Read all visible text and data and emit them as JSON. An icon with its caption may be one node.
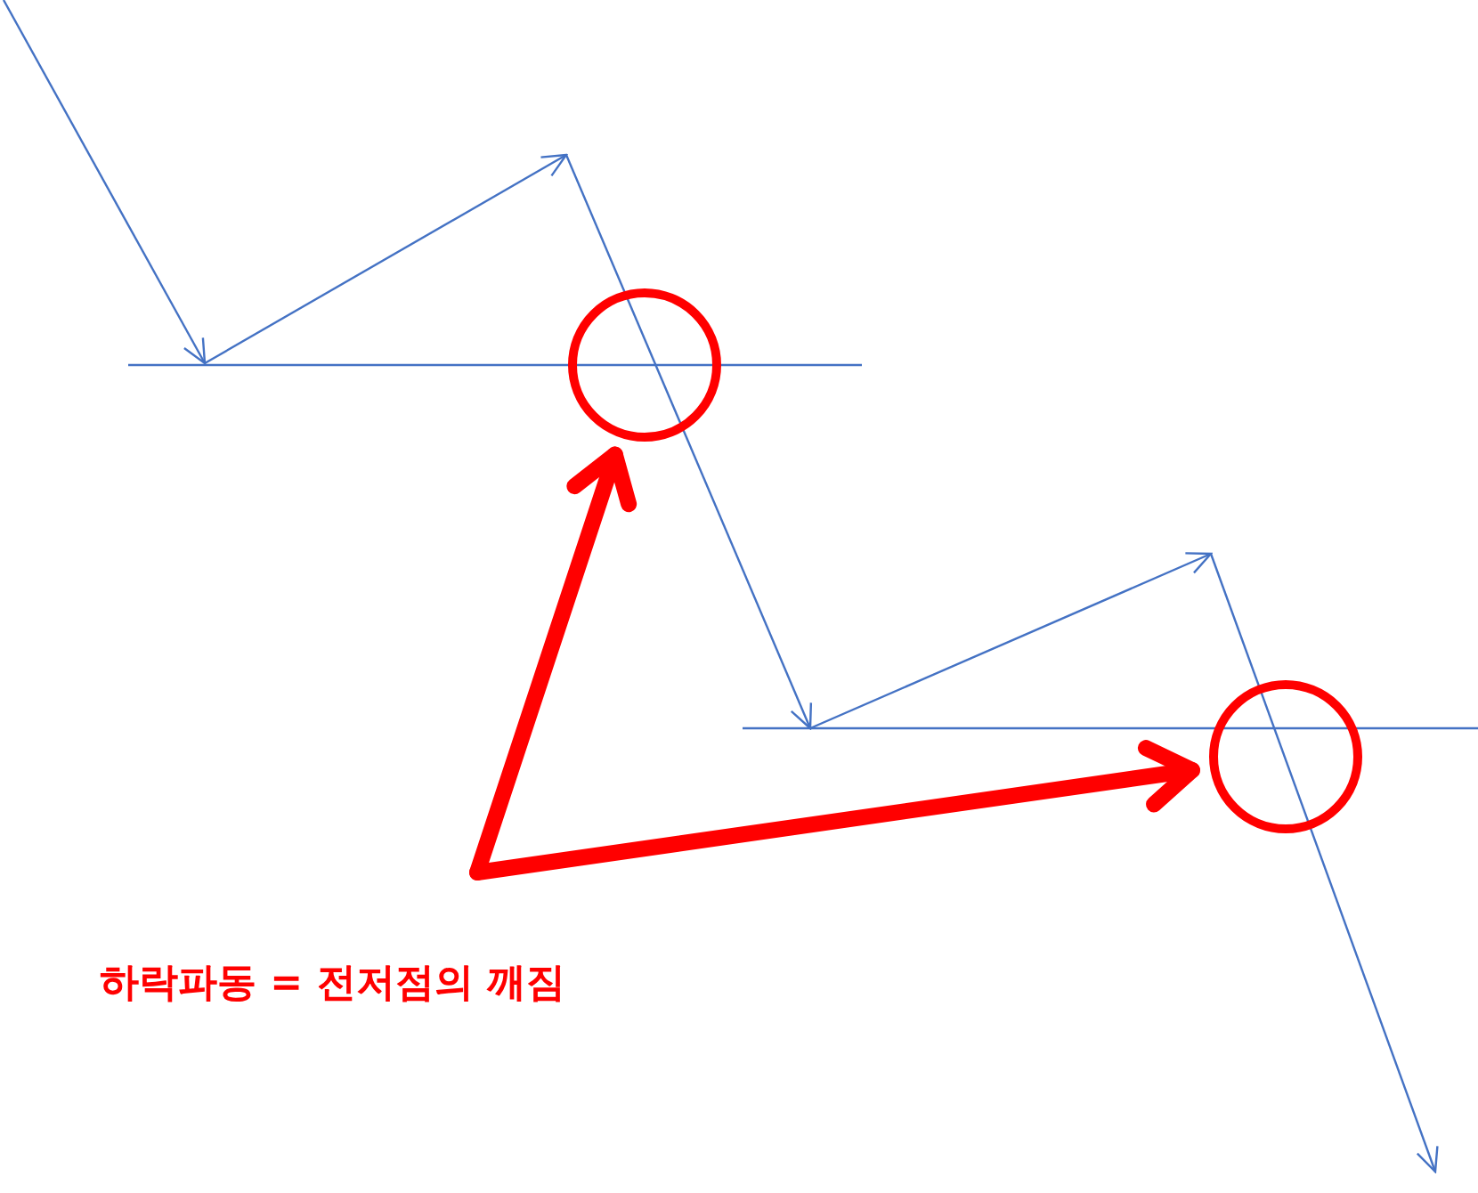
{
  "diagram": {
    "nodes": [
      {
        "text": [],
        "shape": "circle"
      },
      {
        "text": [],
        "shape": "circle"
      }
    ],
    "edges": [
      {
        "from": null,
        "to": 0,
        "arrow": "to"
      },
      {
        "from": null,
        "to": 1,
        "arrow": "to"
      }
    ],
    "labels": [
      "하락파동 = 전저점의 깨짐"
    ]
  }
}
